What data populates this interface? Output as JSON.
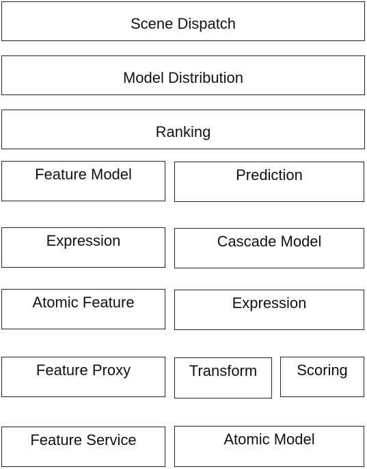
{
  "layers": {
    "scene_dispatch": "Scene Dispatch",
    "model_distribution": "Model Distribution",
    "ranking": "Ranking"
  },
  "left_column": {
    "feature_model": "Feature Model",
    "expression": "Expression",
    "atomic_feature": "Atomic Feature",
    "feature_proxy": "Feature Proxy",
    "feature_service": "Feature Service"
  },
  "right_column": {
    "prediction": "Prediction",
    "cascade_model": "Cascade Model",
    "expression": "Expression",
    "transform": "Transform",
    "scoring": "Scoring",
    "atomic_model": "Atomic Model"
  },
  "colors": {
    "border": "#222222",
    "text": "#111111",
    "background": "#ffffff"
  }
}
